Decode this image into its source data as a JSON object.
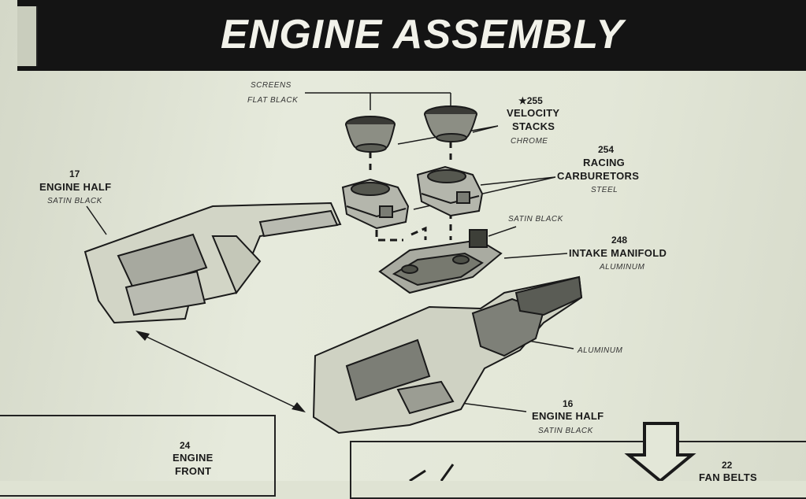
{
  "title": "ENGINE ASSEMBLY",
  "callouts": {
    "screens": {
      "finish1": "SCREENS",
      "finish2": "FLAT BLACK"
    },
    "velocity": {
      "number": "★255",
      "name1": "VELOCITY",
      "name2": "STACKS",
      "finish": "CHROME"
    },
    "carbs": {
      "number": "254",
      "name1": "RACING",
      "name2": "CARBURETORS",
      "finish": "STEEL"
    },
    "satin_black_manifold": {
      "finish": "SATIN BLACK"
    },
    "manifold": {
      "number": "248",
      "name": "INTAKE MANIFOLD",
      "finish": "ALUMINUM"
    },
    "engine_half_17": {
      "number": "17",
      "name": "ENGINE HALF",
      "finish": "SATIN BLACK"
    },
    "aluminum": {
      "finish": "ALUMINUM"
    },
    "engine_half_16": {
      "number": "16",
      "name": "ENGINE HALF",
      "finish": "SATIN BLACK"
    },
    "engine_front": {
      "number": "24",
      "name1": "ENGINE",
      "name2": "FRONT"
    },
    "fan_belts": {
      "number": "22",
      "name": "FAN BELTS"
    }
  }
}
